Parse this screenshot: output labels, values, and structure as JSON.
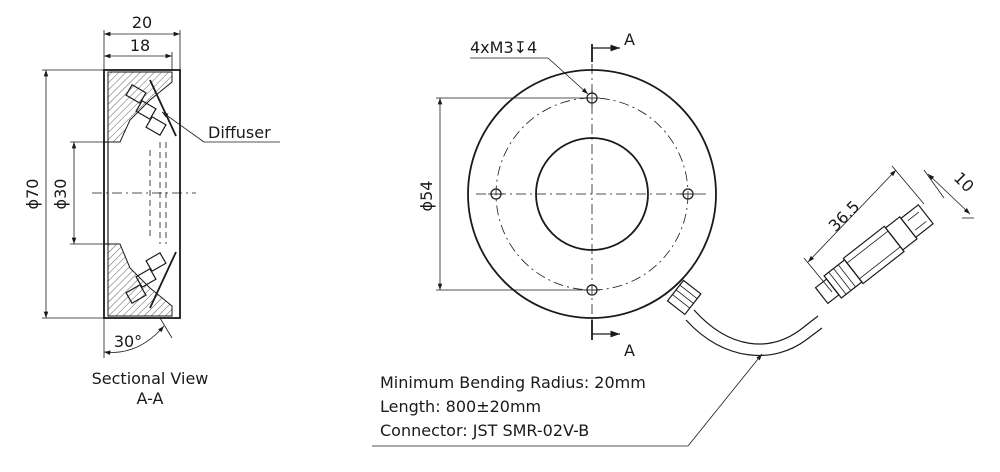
{
  "section_view": {
    "dim_outer_width": "20",
    "dim_inner_width": "18",
    "dim_outer_dia": "ϕ70",
    "dim_inner_dia": "ϕ30",
    "dim_angle": "30°",
    "label_diffuser": "Diffuser",
    "caption_line1": "Sectional View",
    "caption_line2": "A-A"
  },
  "front_view": {
    "hole_callout": "4xM3↧4",
    "section_mark_top": "A",
    "section_mark_bottom": "A",
    "dim_bolt_circle": "ϕ54"
  },
  "connector": {
    "dim_length": "36.5",
    "dim_width": "10"
  },
  "notes": {
    "line1": "Minimum Bending Radius: 20mm",
    "line2": "Length: 800±20mm",
    "line3": "Connector: JST SMR-02V-B"
  }
}
